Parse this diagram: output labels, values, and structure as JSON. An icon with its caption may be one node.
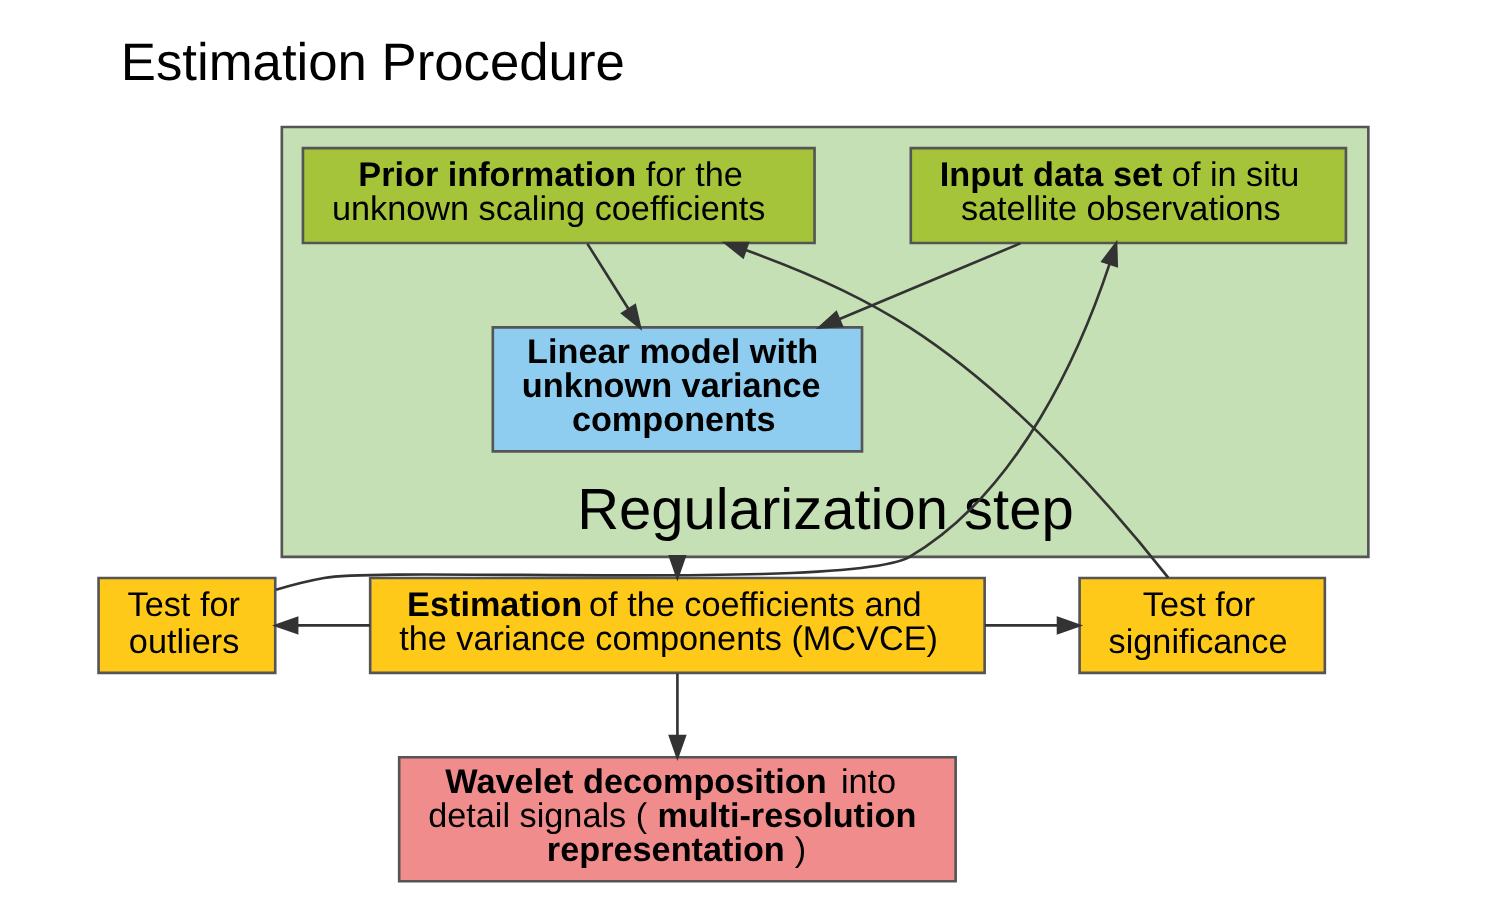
{
  "diagram": {
    "title": "Estimation Procedure",
    "nodes": [
      {
        "text": [
          "Regularization step"
        ]
      },
      {
        "text": [
          "**Input data set** of in situ satellite observations"
        ],
        "in": 0
      },
      {
        "text": [
          "**Prior information** for the unknown scaling coefficients"
        ],
        "in": 0
      },
      {
        "text": [
          "**Linear model with unknown variance components**"
        ],
        "in": 0
      },
      {
        "text": [
          "**Estimation** of the coefficients and the variance components (MCVCE)"
        ]
      },
      {
        "text": [
          "Test for outliers"
        ]
      },
      {
        "text": [
          "Test for significance"
        ]
      },
      {
        "text": [
          "**Wavelet decomposition** into detail signals (**multi-resolution representation**)"
        ]
      }
    ],
    "edges": [
      {
        "from": 1,
        "to": 3,
        "arrow": "to"
      },
      {
        "from": 2,
        "to": 3,
        "arrow": "to"
      },
      {
        "from": 0,
        "to": 4,
        "arrow": "to"
      },
      {
        "from": 4,
        "to": 5,
        "arrow": "to"
      },
      {
        "from": 4,
        "to": 6,
        "arrow": "to"
      },
      {
        "from": 5,
        "to": 1,
        "arrow": "to"
      },
      {
        "from": 6,
        "to": 2,
        "arrow": "to"
      },
      {
        "from": 4,
        "to": 7,
        "arrow": "to"
      }
    ]
  }
}
